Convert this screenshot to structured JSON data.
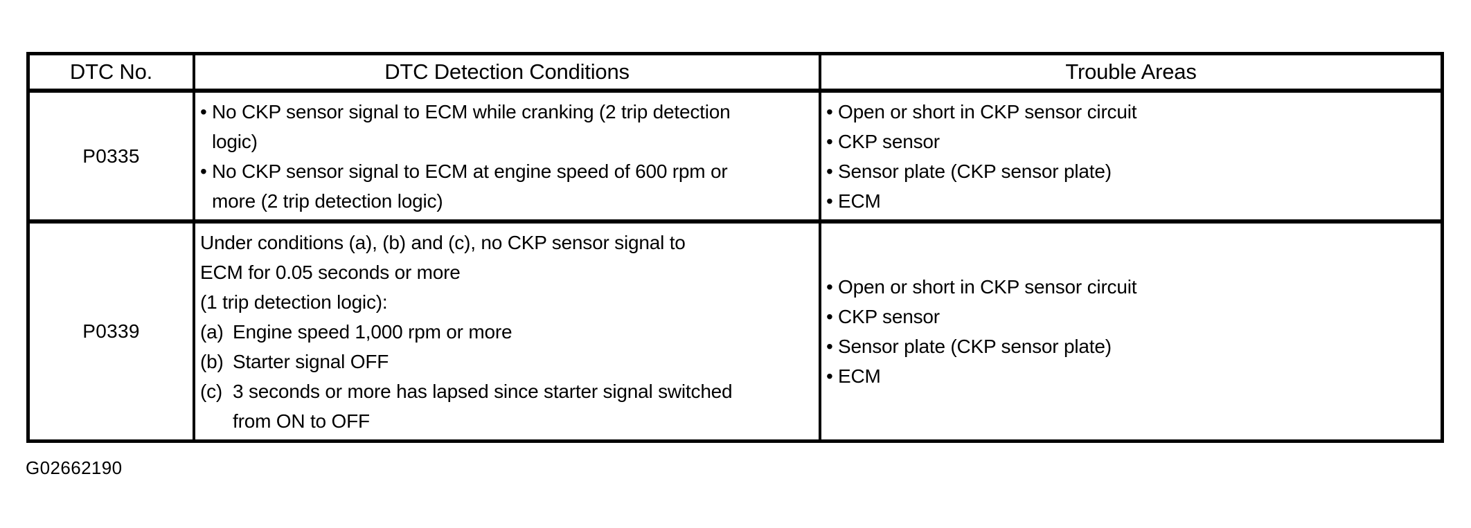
{
  "glyphs": {
    "bullet": "•"
  },
  "header": {
    "dtc_no": "DTC No.",
    "detection_conditions": "DTC Detection Conditions",
    "trouble_areas": "Trouble Areas"
  },
  "rows": [
    {
      "dtc": "P0335",
      "conditions": [
        {
          "type": "bullet",
          "text": "No CKP sensor signal to ECM while cranking (2 trip detection"
        },
        {
          "type": "cont",
          "text": "logic)"
        },
        {
          "type": "bullet",
          "text": "No CKP sensor signal to ECM at engine speed of 600 rpm or"
        },
        {
          "type": "cont",
          "text": "more (2 trip detection logic)"
        }
      ],
      "trouble_areas": [
        "Open or short in CKP sensor circuit",
        "CKP sensor",
        "Sensor plate (CKP sensor plate)",
        "ECM"
      ]
    },
    {
      "dtc": "P0339",
      "conditions": [
        {
          "type": "flush",
          "text": "Under conditions (a), (b) and (c), no CKP sensor signal to"
        },
        {
          "type": "flush",
          "text": "ECM for 0.05 seconds or more"
        },
        {
          "type": "flush",
          "text": "(1 trip detection logic):"
        },
        {
          "type": "lettered",
          "marker": "(a)",
          "text": "Engine speed 1,000 rpm or more"
        },
        {
          "type": "lettered",
          "marker": "(b)",
          "text": "Starter signal OFF"
        },
        {
          "type": "lettered",
          "marker": "(c)",
          "text": "3 seconds or more has lapsed since starter signal switched"
        },
        {
          "type": "cont-l",
          "text": "from ON to OFF"
        }
      ],
      "trouble_areas": [
        "Open or short in CKP sensor circuit",
        "CKP sensor",
        "Sensor plate (CKP sensor plate)",
        "ECM"
      ]
    }
  ],
  "figure_code": "G02662190"
}
